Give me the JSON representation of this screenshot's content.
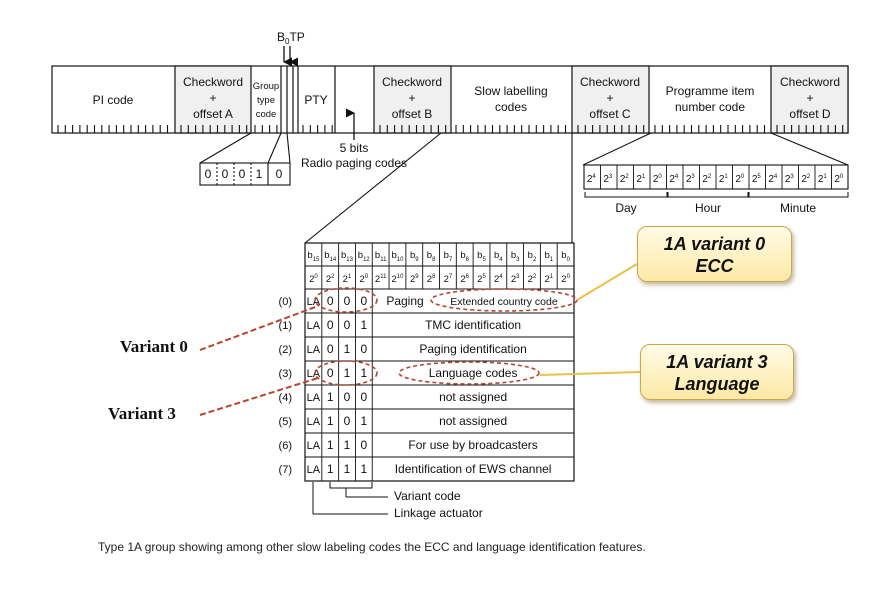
{
  "top_blocks": {
    "pi_code": "PI code",
    "checkword_a": [
      "Checkword",
      "+",
      "offset A"
    ],
    "group_type": [
      "Group",
      "type",
      "code"
    ],
    "pty": "PTY",
    "checkword_b": [
      "Checkword",
      "+",
      "offset B"
    ],
    "slow_labelling": [
      "Slow labelling",
      "codes"
    ],
    "checkword_c": [
      "Checkword",
      "+",
      "offset C"
    ],
    "programme_item": [
      "Programme item",
      "number code"
    ],
    "checkword_d": [
      "Checkword",
      "+",
      "offset D"
    ]
  },
  "b0tp": {
    "b": "B",
    "sub": "0",
    "tp": "TP"
  },
  "group_bits": [
    "0",
    "0",
    "0",
    "1",
    "0"
  ],
  "radio_paging": {
    "bits": "5 bits",
    "label": "Radio paging codes"
  },
  "pin": {
    "bits": [
      [
        "2",
        "4"
      ],
      [
        "2",
        "3"
      ],
      [
        "2",
        "2"
      ],
      [
        "2",
        "1"
      ],
      [
        "2",
        "0"
      ],
      [
        "2",
        "4"
      ],
      [
        "2",
        "3"
      ],
      [
        "2",
        "2"
      ],
      [
        "2",
        "1"
      ],
      [
        "2",
        "0"
      ],
      [
        "2",
        "5"
      ],
      [
        "2",
        "4"
      ],
      [
        "2",
        "3"
      ],
      [
        "2",
        "2"
      ],
      [
        "2",
        "1"
      ],
      [
        "2",
        "0"
      ]
    ],
    "labels": [
      "Day",
      "Hour",
      "Minute"
    ]
  },
  "table": {
    "b_headers": [
      [
        "b",
        "15"
      ],
      [
        "b",
        "14"
      ],
      [
        "b",
        "13"
      ],
      [
        "b",
        "12"
      ],
      [
        "b",
        "11"
      ],
      [
        "b",
        "10"
      ],
      [
        "b",
        "9"
      ],
      [
        "b",
        "8"
      ],
      [
        "b",
        "7"
      ],
      [
        "b",
        "6"
      ],
      [
        "b",
        "5"
      ],
      [
        "b",
        "4"
      ],
      [
        "b",
        "3"
      ],
      [
        "b",
        "2"
      ],
      [
        "b",
        "1"
      ],
      [
        "b",
        "0"
      ]
    ],
    "p_headers": [
      [
        "2",
        "0"
      ],
      [
        "2",
        "2"
      ],
      [
        "2",
        "1"
      ],
      [
        "2",
        "0"
      ],
      [
        "2",
        "11"
      ],
      [
        "2",
        "10"
      ],
      [
        "2",
        "9"
      ],
      [
        "2",
        "8"
      ],
      [
        "2",
        "7"
      ],
      [
        "2",
        "6"
      ],
      [
        "2",
        "5"
      ],
      [
        "2",
        "4"
      ],
      [
        "2",
        "3"
      ],
      [
        "2",
        "2"
      ],
      [
        "2",
        "1"
      ],
      [
        "2",
        "0"
      ]
    ],
    "rows": [
      {
        "index": "(0)",
        "la": "LA",
        "bits": [
          "0",
          "0",
          "0"
        ],
        "text": "Paging",
        "text2": "Extended country code"
      },
      {
        "index": "(1)",
        "la": "LA",
        "bits": [
          "0",
          "0",
          "1"
        ],
        "text": "TMC identification"
      },
      {
        "index": "(2)",
        "la": "LA",
        "bits": [
          "0",
          "1",
          "0"
        ],
        "text": "Paging identification"
      },
      {
        "index": "(3)",
        "la": "LA",
        "bits": [
          "0",
          "1",
          "1"
        ],
        "text": "Language codes"
      },
      {
        "index": "(4)",
        "la": "LA",
        "bits": [
          "1",
          "0",
          "0"
        ],
        "text": "not assigned"
      },
      {
        "index": "(5)",
        "la": "LA",
        "bits": [
          "1",
          "0",
          "1"
        ],
        "text": "not assigned"
      },
      {
        "index": "(6)",
        "la": "LA",
        "bits": [
          "1",
          "1",
          "0"
        ],
        "text": "For use by broadcasters"
      },
      {
        "index": "(7)",
        "la": "LA",
        "bits": [
          "1",
          "1",
          "1"
        ],
        "text": "Identification of EWS channel"
      }
    ],
    "variant_code": "Variant code",
    "linkage_actuator": "Linkage actuator"
  },
  "callouts": {
    "ecc": [
      "1A variant 0",
      "ECC"
    ],
    "language": [
      "1A variant 3",
      "Language"
    ]
  },
  "variant_labels": {
    "v0": "Variant 0",
    "v3": "Variant 3"
  },
  "caption": "Type 1A group showing among other slow labeling codes the  ECC and language identification features.",
  "colors": {
    "annotation": "#b5452f",
    "callout_line": "#e6c24a"
  }
}
